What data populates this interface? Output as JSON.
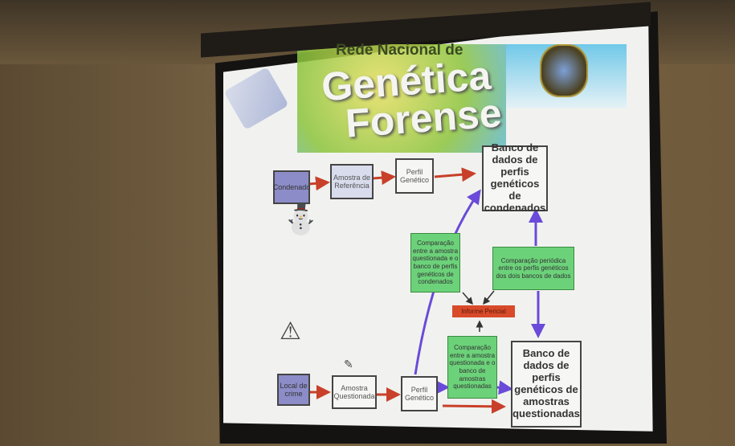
{
  "slide": {
    "subtitle": "Rede Nacional de",
    "title_line1": "Genética",
    "title_line2": "Forense",
    "nodes": {
      "condenado": "Condenado",
      "amostra_referencia": "Amostra de Referência",
      "perfil_genetico_top": "Perfil Genético",
      "banco_condenados": "Banco de dados de perfis genéticos de condenados",
      "comparacao_condenados": "Comparação entre a amostra questionada e o banco de perfis genéticos de condenados",
      "comparacao_periodica": "Comparação periódica entre os perfis genéticos dos dois bancos de dados",
      "informe_pericial": "Informe Pericial",
      "comparacao_amostras": "Comparação entre a amostra questionada e o banco de amostras questionadas",
      "local_crime": "Local de crime",
      "amostra_questionada": "Amostra Questionada",
      "perfil_genetico_bottom": "Perfil Genético",
      "banco_amostras": "Banco de dados de perfis genéticos de amostras questionadas"
    },
    "colors": {
      "red_arrow": "#c8402a",
      "blue_arrow": "#6a4ad8",
      "green_box": "#6cd27a",
      "purple_box": "#8c8cc8"
    }
  }
}
